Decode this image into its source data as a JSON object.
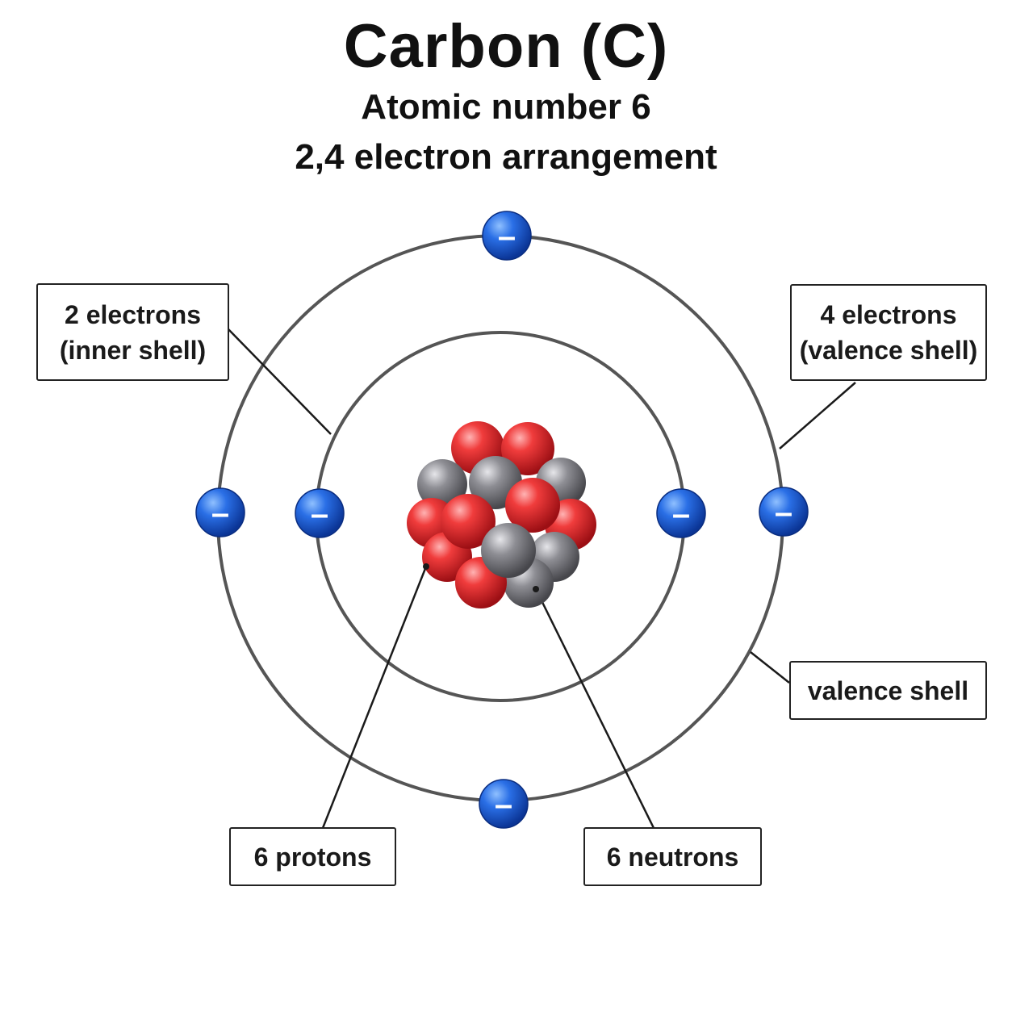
{
  "header": {
    "title": "Carbon (C)",
    "subtitle": "Atomic number 6",
    "arrangement": "2,4 electron arrangement"
  },
  "labels": {
    "inner_electrons_line1": "2 electrons",
    "inner_electrons_line2": "(inner shell)",
    "valence_electrons_line1": "4 electrons",
    "valence_electrons_line2": "(valence shell)",
    "valence_shell": "valence shell",
    "protons": "6 protons",
    "neutrons": "6 neutrons"
  },
  "electron_symbol": "–",
  "colors": {
    "proton": "#e0262b",
    "neutron": "#7d7d82",
    "electron": "#1c5fd6",
    "orbit": "#555555"
  }
}
